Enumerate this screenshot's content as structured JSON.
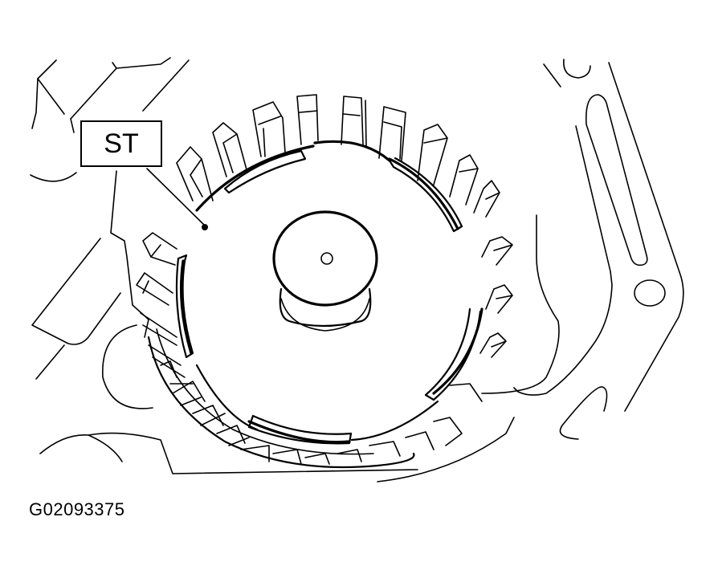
{
  "figure": {
    "callout_label": "ST",
    "figure_id": "G02093375",
    "description": "Special service tool (ST) positioned inside ring of clutch/drum teeth around central hub",
    "colors": {
      "line": "#000000",
      "background": "#ffffff"
    }
  }
}
